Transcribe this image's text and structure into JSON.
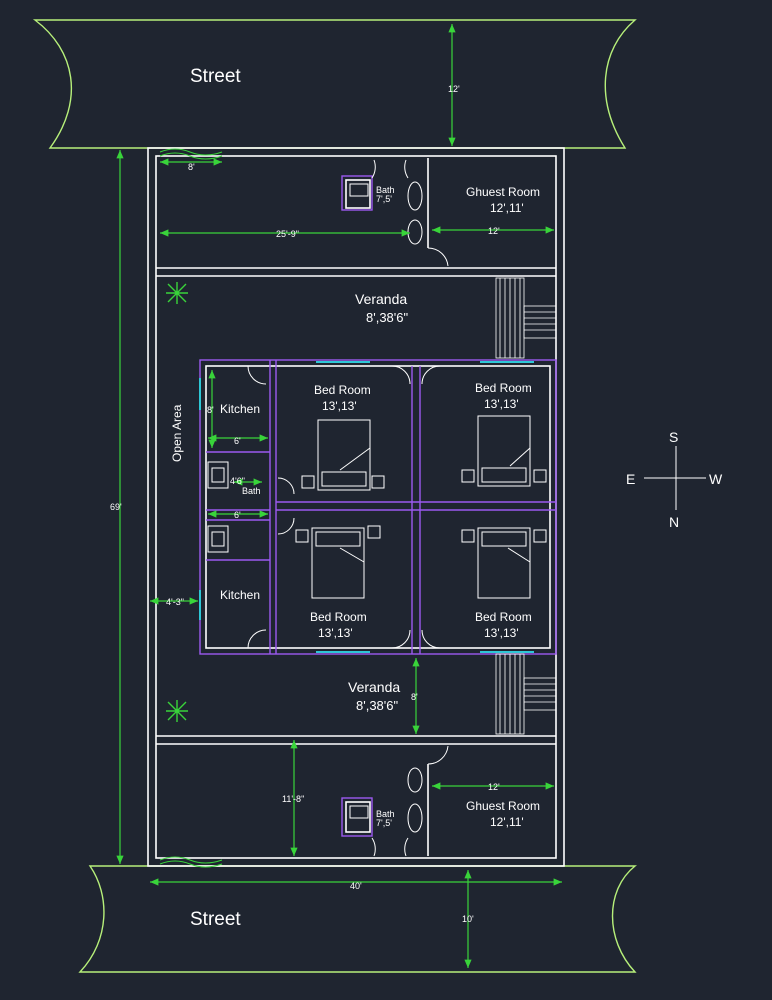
{
  "colors": {
    "background": "#1f2530",
    "walls": "#ffffff",
    "inner_walls": "#9b59f0",
    "dimensions": "#39d43a",
    "windows": "#2ec7d6",
    "street_edge": "#b7f07a"
  },
  "streets": {
    "top": "Street",
    "bottom": "Street"
  },
  "rooms": {
    "guest_top": {
      "name": "Ghuest Room",
      "size": "12',11'"
    },
    "guest_bottom": {
      "name": "Ghuest Room",
      "size": "12',11'"
    },
    "bath_top": {
      "name": "Bath",
      "size": "7',5'"
    },
    "bath_bottom": {
      "name": "Bath",
      "size": "7',5'"
    },
    "veranda_top": {
      "name": "Veranda",
      "size": "8',38'6\""
    },
    "veranda_bottom": {
      "name": "Veranda",
      "size": "8',38'6\""
    },
    "open_area": {
      "name": "Open Area"
    },
    "kitchen_top": {
      "name": "Kitchen"
    },
    "kitchen_bottom": {
      "name": "Kitchen"
    },
    "bath_mid": {
      "name": "Bath"
    },
    "bed_tl": {
      "name": "Bed Room",
      "size": "13',13'"
    },
    "bed_tr": {
      "name": "Bed Room",
      "size": "13',13'"
    },
    "bed_bl": {
      "name": "Bed Room",
      "size": "13',13'"
    },
    "bed_br": {
      "name": "Bed Room",
      "size": "13',13'"
    }
  },
  "dimensions": {
    "street_top_width": "12'",
    "street_bottom_width": "10'",
    "gate_width": "8'",
    "span_left": "25'-9\"",
    "guest_width_top": "12'",
    "guest_width_bottom": "12'",
    "total_depth": "69'",
    "total_width": "40'",
    "kitchen_width_top": "6'",
    "kitchen_depth_top": "8'",
    "bath_mid_width": "4'6\"",
    "kitchen_width_bottom": "6'",
    "open_area_width": "4'-3\"",
    "veranda_depth": "8'",
    "guest_depth_bottom": "11'-8\""
  },
  "compass": {
    "north": "N",
    "south": "S",
    "east": "E",
    "west": "W"
  }
}
